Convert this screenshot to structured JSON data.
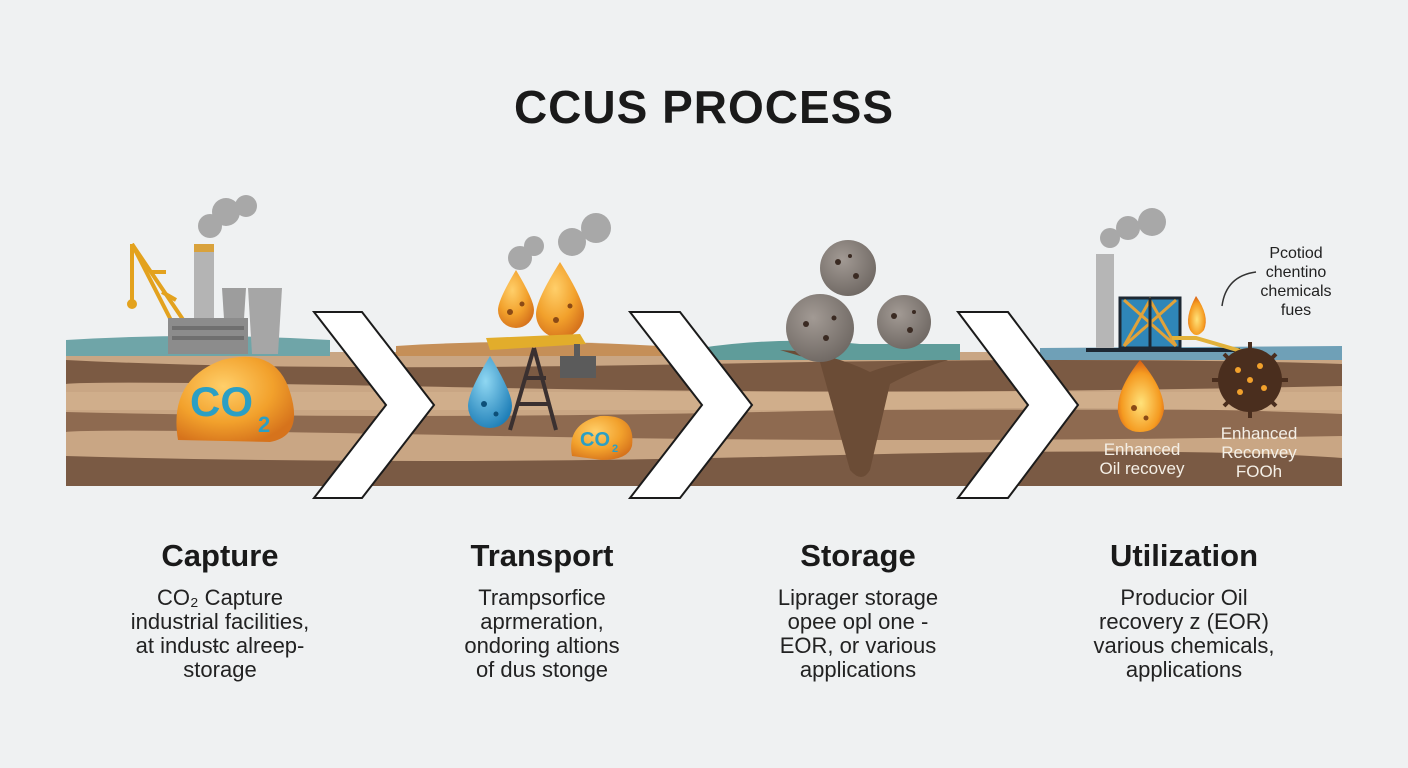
{
  "title": "CCUS PROCESS",
  "co2_label_main": "CO",
  "co2_label_sub": "2",
  "stages": [
    {
      "name": "Capture",
      "desc_lines": [
        "CO₂ Capture",
        "industrial facilities,",
        "at indusŧc alreep-",
        "storage"
      ]
    },
    {
      "name": "Transport",
      "desc_lines": [
        "Trampsorfice",
        "aprmeration,",
        "ondoring altions",
        "of dus stonge"
      ]
    },
    {
      "name": "Storage",
      "desc_lines": [
        "Liprager storage",
        "opee opl one -",
        "EOR, or various",
        "applications"
      ]
    },
    {
      "name": "Utilization",
      "desc_lines": [
        "Producior Oil",
        "recovery z (EOR)",
        "various chemicals,",
        "applications"
      ]
    }
  ],
  "utilization_labels": {
    "left": [
      "Enhanced",
      "Oil recovey"
    ],
    "right": [
      "Enhanced",
      "Reconvey",
      "FOOh"
    ]
  },
  "callout_lines": [
    "Pcotiod",
    "chentino",
    "chemicals",
    "fues"
  ],
  "colors": {
    "co2_orange": "#f2a12c",
    "co2_teal": "#2b9fc4",
    "soil_dark": "#7a5a44",
    "soil_light": "#c8a684",
    "water": "#6fa5b0"
  }
}
